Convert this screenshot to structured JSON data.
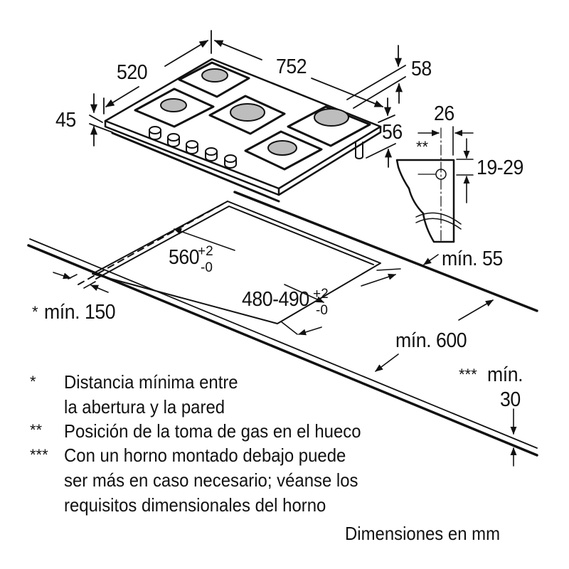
{
  "dimensions": {
    "hob_depth": "520",
    "hob_width": "752",
    "hob_height": "45",
    "connector_offset": "58",
    "connector_height": "56",
    "gas_inlet_width": "26",
    "gas_inlet_marker": "**",
    "gas_inlet_depth": "19-29",
    "cutout_width": "560",
    "cutout_width_tol_plus": "+2",
    "cutout_width_tol_minus": "-0",
    "cutout_depth": "480-490",
    "cutout_depth_tol_plus": "+2",
    "cutout_depth_tol_minus": "-0",
    "min_back": "mín. 55",
    "min_side_marker": "*",
    "min_side": "mín. 150",
    "min_worktop_depth": "mín. 600",
    "min_thickness_marker": "***",
    "min_thickness_label": "mín.",
    "min_thickness_value": "30"
  },
  "notes": [
    {
      "marker": "*",
      "lines": [
        "Distancia mínima entre",
        "la abertura y la pared"
      ]
    },
    {
      "marker": "**",
      "lines": [
        "Posición de la toma de gas en el hueco"
      ]
    },
    {
      "marker": "***",
      "lines": [
        "Con un horno montado debajo puede",
        "ser más en caso necesario; véanse los",
        "requisitos dimensionales del horno"
      ]
    }
  ],
  "units_caption": "Dimensiones en mm",
  "colors": {
    "line": "#111111",
    "burner": "#bdbdbd",
    "background": "#ffffff"
  }
}
